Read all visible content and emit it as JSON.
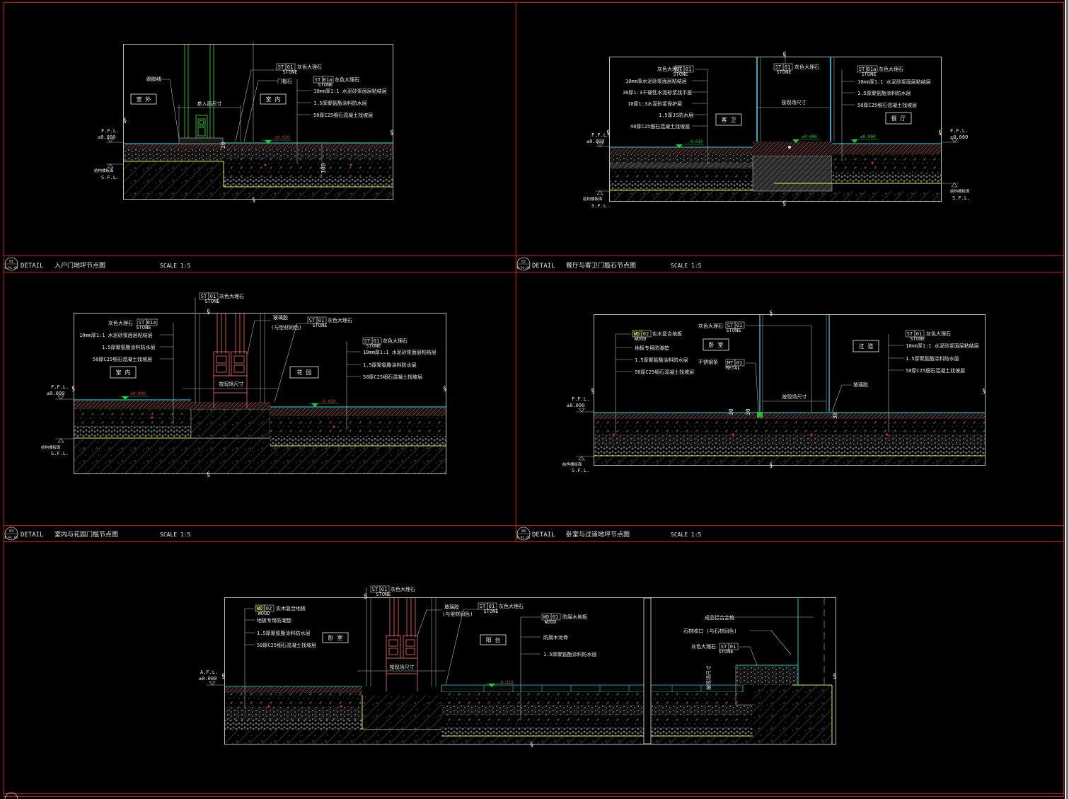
{
  "colors": {
    "background": "#000000",
    "frame": "#cc1111",
    "outline": "#e6e6e6",
    "finish": "#19c0c8",
    "mortar": "#c41a1a",
    "base": "#e8e83a",
    "level_marker": "#22cc33",
    "glass": "#27a7cc",
    "profile": "#e06060",
    "door_frame": "#32b432"
  },
  "panels": [
    {
      "id": "p1",
      "title": {
        "word": "DETAIL",
        "name": "入户门地坪节点图",
        "scale": "SCALE 1:5"
      },
      "badge": {
        "top": "01",
        "bottom": "K.PL.05"
      },
      "tags": [
        {
          "code": "ST",
          "num": "01",
          "sub": "STONE",
          "label": "灰色大理石"
        },
        {
          "code": "ST",
          "num": "01a",
          "sub": "STONE",
          "label": "灰色大理石"
        }
      ],
      "notes": [
        "10mm厚1:1 水泥砂浆面层粘结层",
        "1.5厚聚氨酯涂料防水层",
        "50厚C25细石混凝土找坡层"
      ],
      "rooms": [
        "室 外",
        "室 内"
      ],
      "misc": [
        "踢脚线",
        "门槛石",
        "参入面尺寸"
      ],
      "levels": {
        "ffl": "F.F.L.",
        "ffl_val": "±0.000",
        "sfl_note": "结构楼板面",
        "sfl": "S.F.L.",
        "mark": "±0.020"
      },
      "dims": [
        "20",
        "100"
      ]
    },
    {
      "id": "p2",
      "title": {
        "word": "DETAIL",
        "name": "餐厅与客卫门槛石节点图",
        "scale": "SCALE 1:5"
      },
      "badge": {
        "top": "02",
        "bottom": "K.PL.05"
      },
      "tags": [
        {
          "code": "ST",
          "num": "01",
          "sub": "STONE",
          "label": "灰色大理石"
        },
        {
          "code": "ST",
          "num": "01",
          "sub": "STONE",
          "label": "灰色大理石"
        },
        {
          "code": "ST",
          "num": "01a",
          "sub": "STONE",
          "label": "灰色大理石"
        }
      ],
      "notes_left": [
        "10mm厚水泥砂浆面层粘结层",
        "30厚1:3干硬性水泥砂浆找平层",
        "10厚1:3水泥砂浆保护层",
        "1.5厚JS防水层",
        "40厚C25细石混凝土找坡层"
      ],
      "notes_right": [
        "10mm厚1:1 水泥砂浆面层粘结层",
        "1.5厚聚氨酯涂料防水层",
        "50厚C25细石混凝土找坡层"
      ],
      "rooms": [
        "客 卫",
        "餐 厅"
      ],
      "misc": [
        "按现场尺寸"
      ],
      "levels": {
        "ffl": "F.F.L.",
        "ffl_val": "±0.000",
        "ffl_r": "F.F.L.",
        "ffl_r_val": "±0.000",
        "sfl_note": "结构楼板面",
        "sfl": "S.F.L.",
        "sfl_r_note": "结构楼板面",
        "sfl_r": "S.F.L.",
        "mark1": "-0.010",
        "mark2": "±0.000",
        "mark3": "±0.000"
      }
    },
    {
      "id": "p3",
      "title": {
        "word": "DETAIL",
        "name": "室内与花园门槛节点图",
        "scale": "SCALE 1:5"
      },
      "badge": {
        "top": "03",
        "bottom": "K.PL.05"
      },
      "tags": [
        {
          "code": "ST",
          "num": "01",
          "sub": "STONE",
          "label": "灰色大理石"
        },
        {
          "code": "ST",
          "num": "01a",
          "sub": "STONE",
          "label": "灰色大理石"
        },
        {
          "code": "ST",
          "num": "01",
          "sub": "STONE",
          "label": "灰色大理石"
        },
        {
          "code": "ST",
          "num": "01",
          "sub": "STONE",
          "label": "灰色大理石"
        }
      ],
      "notes_left": [
        "10mm厚1:1 水泥砂浆面层粘结层",
        "1.5厚聚氨酯涂料防水层",
        "50厚C25细石混凝土找坡层"
      ],
      "notes_right": [
        "10mm厚1:1 水泥砂浆面层粘结层",
        "1.5厚聚氨酯涂料防水层",
        "50厚C25细石混凝土找坡层"
      ],
      "rooms": [
        "室 内",
        "花 园"
      ],
      "misc": [
        "玻璃胶",
        "(与型材同色)",
        "按现场尺寸"
      ],
      "levels": {
        "ffl": "F.F.L.",
        "ffl_val": "±0.000",
        "sfl_note": "结构楼板面",
        "sfl": "S.F.L.",
        "mark1": "±0.000",
        "mark2": "-0.020"
      }
    },
    {
      "id": "p4",
      "title": {
        "word": "DETAIL",
        "name": "卧室与过道地坪节点图",
        "scale": "SCALE 1:5"
      },
      "badge": {
        "top": "04",
        "bottom": "K.PL.05"
      },
      "tags": [
        {
          "code": "WD",
          "num": "02",
          "sub": "WOOD",
          "label": "实木复合地板"
        },
        {
          "code": "ST",
          "num": "01",
          "sub": "STONE",
          "label": "灰色大理石"
        },
        {
          "code": "MT",
          "num": "01",
          "sub": "METAL",
          "label": "不锈钢条"
        },
        {
          "code": "ST",
          "num": "01",
          "sub": "STONE",
          "label": "灰色大理石"
        }
      ],
      "notes_left": [
        "地板专用防潮垫",
        "1.5厚聚氨酯涂料防水层",
        "50厚C25细石混凝土找坡层"
      ],
      "notes_right": [
        "10mm厚1:1 水泥砂浆面层粘结层",
        "1.5厚聚氨酯涂料防水层",
        "50厚C25细石混凝土找坡层"
      ],
      "rooms": [
        "卧 室",
        "过 道"
      ],
      "misc": [
        "玻璃胶",
        "按现场尺寸"
      ],
      "levels": {
        "ffl": "F.F.L.",
        "ffl_val": "±0.000",
        "sfl_note": "结构楼板面",
        "sfl": "S.F.L."
      },
      "dims": [
        "30",
        "30",
        "30"
      ]
    },
    {
      "id": "p5",
      "tags": [
        {
          "code": "WD",
          "num": "02",
          "sub": "WOOD",
          "label": "实木复合地板"
        },
        {
          "code": "ST",
          "num": "01",
          "sub": "STONE",
          "label": "灰色大理石"
        },
        {
          "code": "ST",
          "num": "01",
          "sub": "STONE",
          "label": "灰色大理石"
        },
        {
          "code": "WD",
          "num": "01",
          "sub": "WOOD",
          "label": "防腐木地板"
        },
        {
          "code": "ST",
          "num": "01",
          "sub": "STONE",
          "label": "灰色大理石"
        }
      ],
      "notes_left": [
        "地板专用防潮垫",
        "1.5厚聚氨酯涂料防水层",
        "50厚C25细石混凝土找坡层"
      ],
      "notes_mid": [
        "防腐木龙骨",
        "1.5厚聚氨酯涂料防水层"
      ],
      "notes_right": [
        "成品铝合金格",
        "石材收口 (与石材同色)"
      ],
      "rooms": [
        "卧 室",
        "阳 台"
      ],
      "misc": [
        "玻璃胶",
        "(与型材同色)",
        "按现场尺寸",
        "按现场尺寸"
      ],
      "levels": {
        "ffl": "A.F.L.",
        "ffl_val": "±0.000",
        "mark": "-0.010"
      }
    }
  ]
}
